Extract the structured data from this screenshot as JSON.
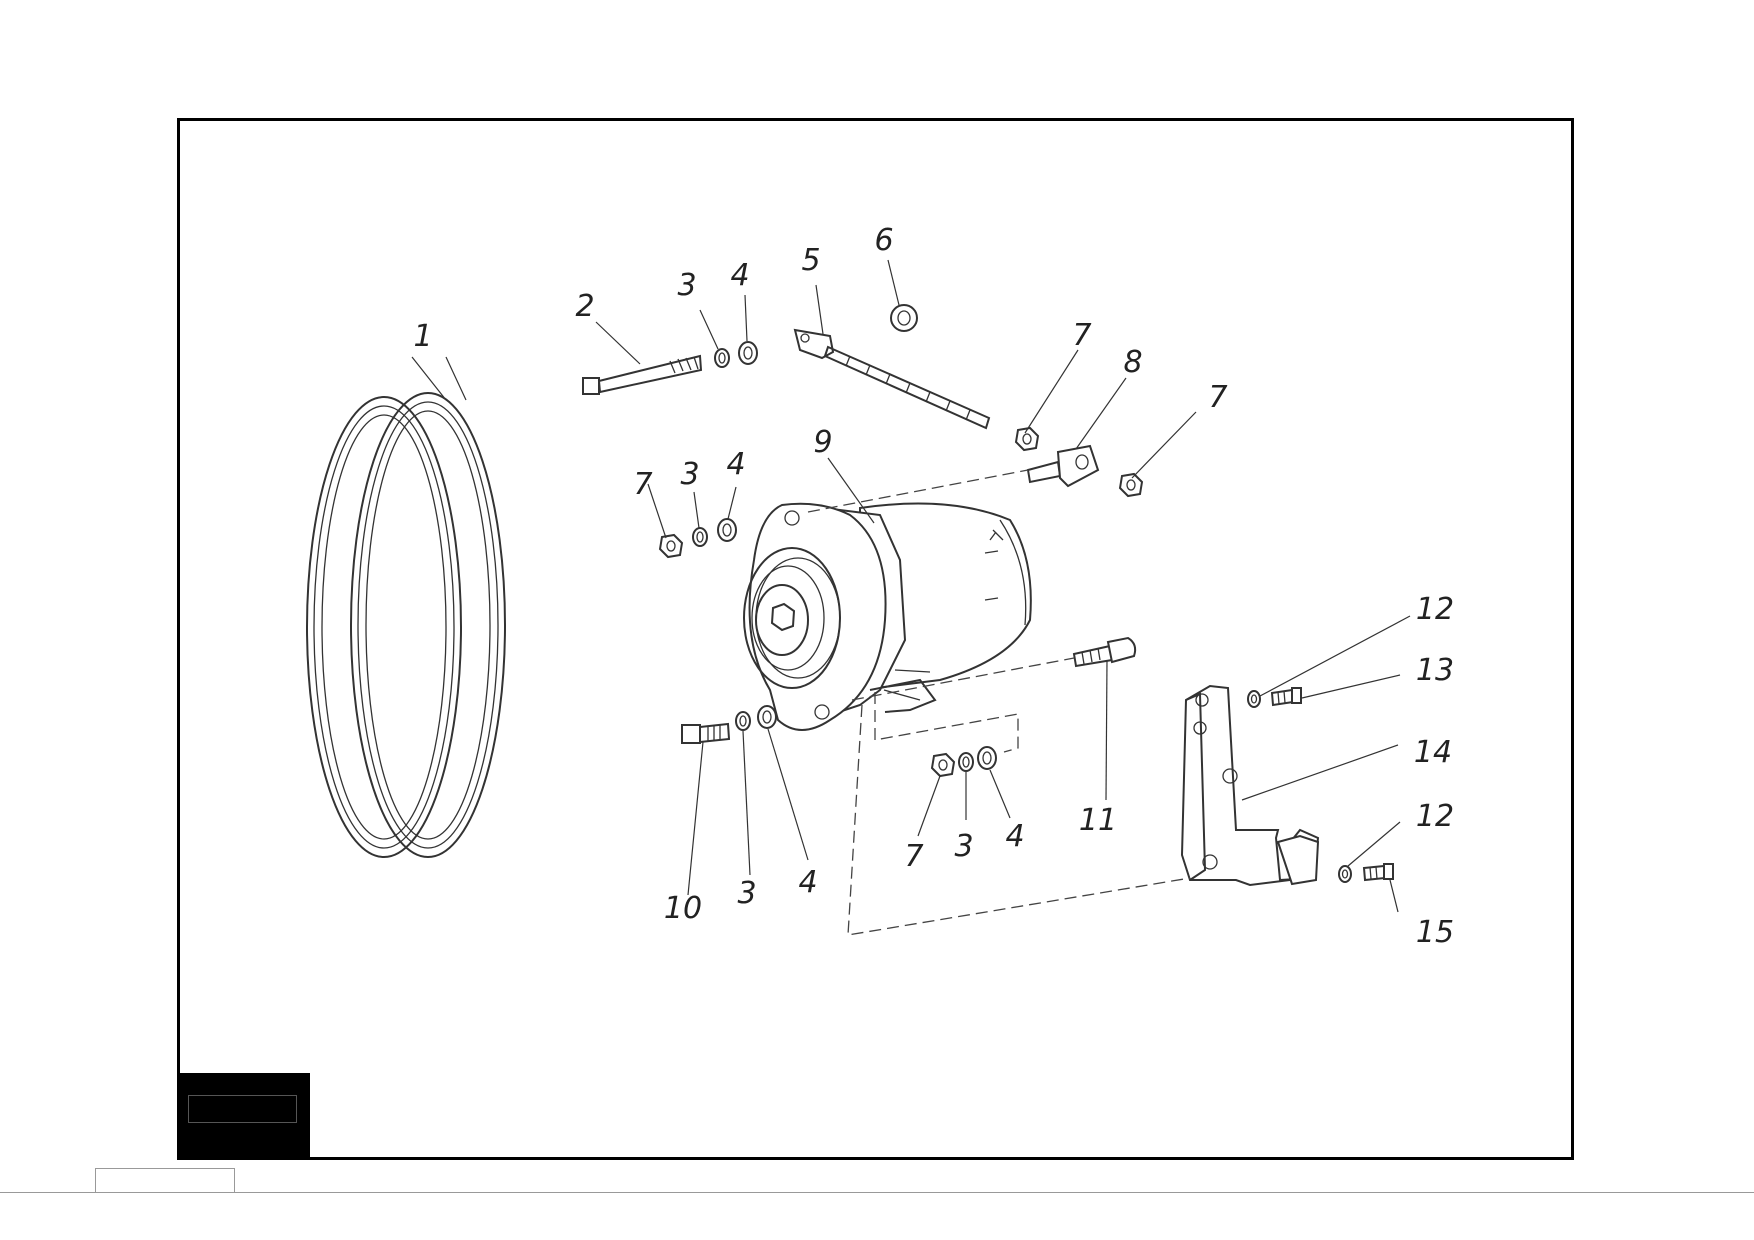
{
  "drawing": {
    "callouts": [
      {
        "id": "1",
        "label": "1"
      },
      {
        "id": "2",
        "label": "2"
      },
      {
        "id": "3a",
        "label": "3"
      },
      {
        "id": "4a",
        "label": "4"
      },
      {
        "id": "5",
        "label": "5"
      },
      {
        "id": "6",
        "label": "6"
      },
      {
        "id": "7a",
        "label": "7"
      },
      {
        "id": "8",
        "label": "8"
      },
      {
        "id": "7b",
        "label": "7"
      },
      {
        "id": "7c",
        "label": "7"
      },
      {
        "id": "3b",
        "label": "3"
      },
      {
        "id": "4b",
        "label": "4"
      },
      {
        "id": "9",
        "label": "9"
      },
      {
        "id": "12a",
        "label": "12"
      },
      {
        "id": "13",
        "label": "13"
      },
      {
        "id": "14",
        "label": "14"
      },
      {
        "id": "12b",
        "label": "12"
      },
      {
        "id": "15",
        "label": "15"
      },
      {
        "id": "11",
        "label": "11"
      },
      {
        "id": "10",
        "label": "10"
      },
      {
        "id": "3c",
        "label": "3"
      },
      {
        "id": "4c",
        "label": "4"
      },
      {
        "id": "7d",
        "label": "7"
      },
      {
        "id": "3d",
        "label": "3"
      },
      {
        "id": "4d",
        "label": "4"
      }
    ]
  }
}
